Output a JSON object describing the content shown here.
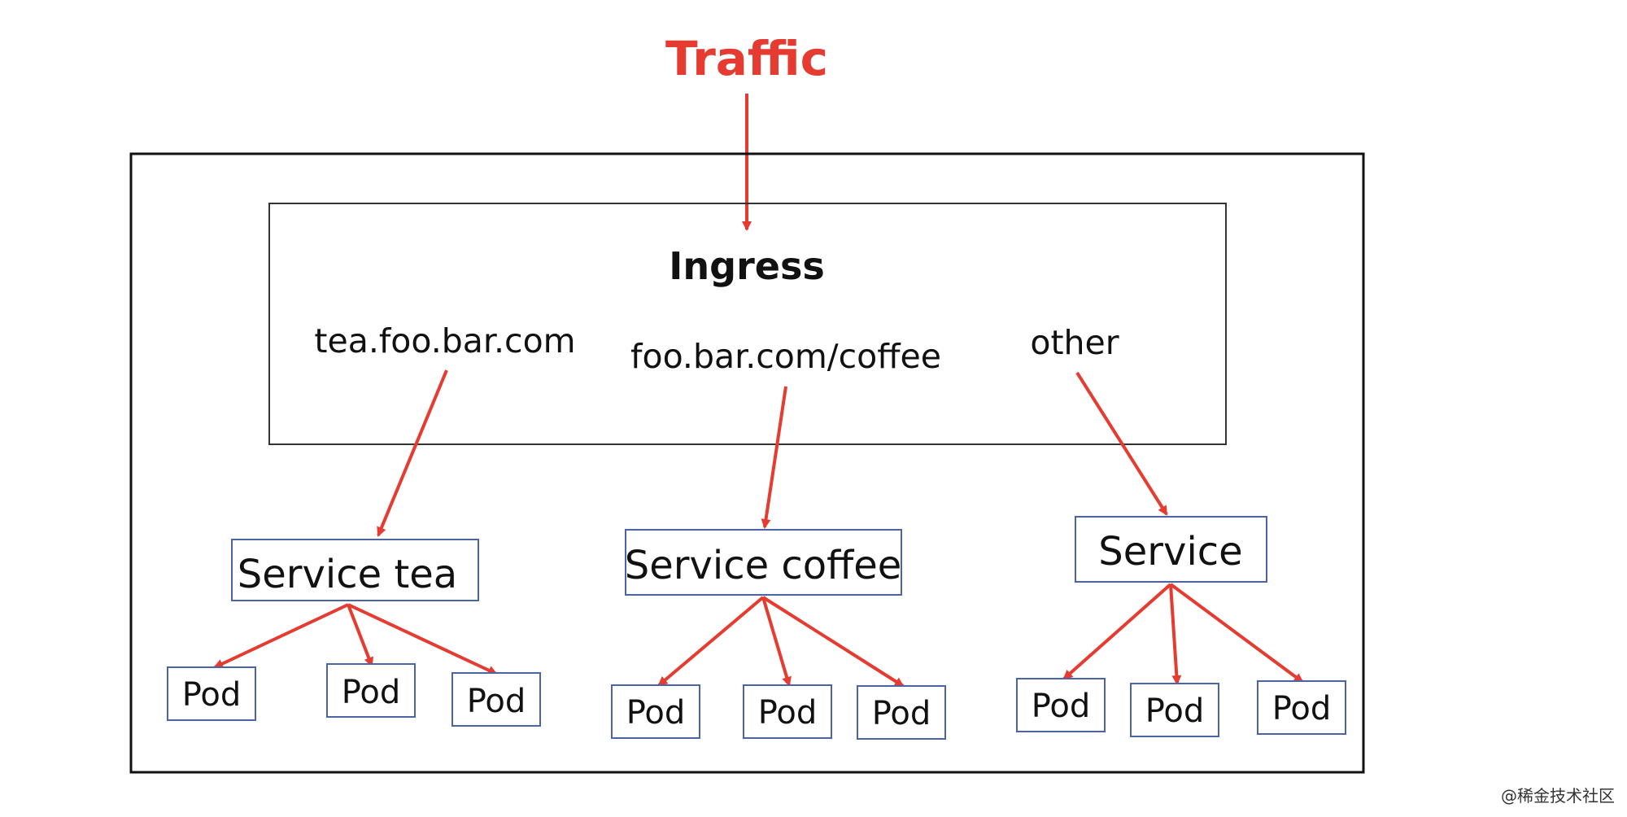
{
  "traffic": {
    "label": "Traffic"
  },
  "ingress": {
    "title": "Ingress",
    "routes": [
      {
        "label": "tea.foo.bar.com"
      },
      {
        "label": "foo.bar.com/coffee"
      },
      {
        "label": "other"
      }
    ]
  },
  "services": [
    {
      "label": "Service tea",
      "pods": [
        "Pod",
        "Pod",
        "Pod"
      ]
    },
    {
      "label": "Service coffee",
      "pods": [
        "Pod",
        "Pod",
        "Pod"
      ]
    },
    {
      "label": "Service",
      "pods": [
        "Pod",
        "Pod",
        "Pod"
      ]
    }
  ],
  "watermark": "@稀金技术社区",
  "colors": {
    "arrow": "#e53b30",
    "service_border": "#4a64a6",
    "outer_border": "#111111"
  }
}
